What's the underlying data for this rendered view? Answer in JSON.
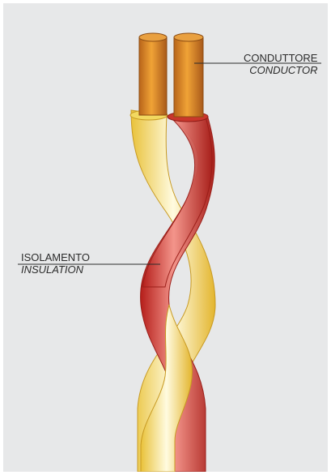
{
  "labels": {
    "conductor_it": "CONDUTTORE",
    "conductor_en": "CONDUCTOR",
    "insulation_it": "ISOLAMENTO",
    "insulation_en": "INSULATION"
  },
  "colors": {
    "background": "#e7e8e9",
    "copper": "#e08a22",
    "red_insulation": "#d8362a",
    "yellow_insulation": "#f7eb7c",
    "leader_line": "#2b2b2b"
  }
}
